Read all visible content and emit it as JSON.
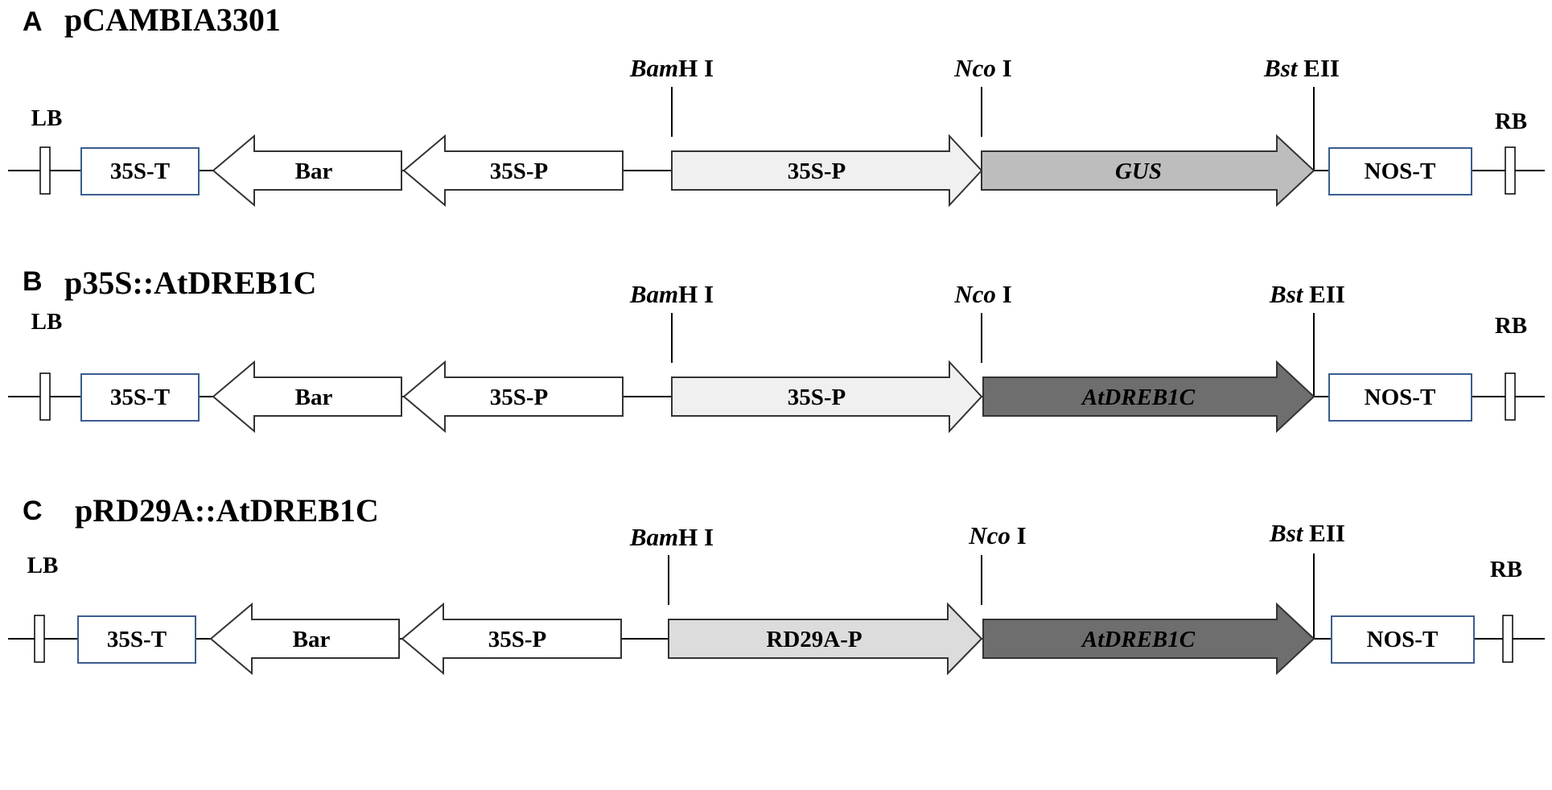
{
  "panels": [
    {
      "letter": "A",
      "title": "pCAMBIA3301",
      "sites": {
        "bamhi_italic": "Bam",
        "bamhi_rest": "H I",
        "ncoi_italic": "Nco",
        "ncoi_rest": " I",
        "bsteii_italic": "Bst",
        "bsteii_rest": " EII"
      },
      "borders": {
        "left": "LB",
        "right": "RB"
      },
      "elements": {
        "terminator_left": "35S-T",
        "selectable_marker": "Bar",
        "marker_promoter": "35S-P",
        "promoter": "35S-P",
        "gene": "GUS",
        "terminator_right": "NOS-T"
      },
      "colors": {
        "promoter": "#f0f0f0",
        "gene": "#bdbdbd"
      }
    },
    {
      "letter": "B",
      "title": "p35S::AtDREB1C",
      "sites": {
        "bamhi_italic": "Bam",
        "bamhi_rest": "H I",
        "ncoi_italic": "Nco",
        "ncoi_rest": " I",
        "bsteii_italic": "Bst",
        "bsteii_rest": " EII"
      },
      "borders": {
        "left": "LB",
        "right": "RB"
      },
      "elements": {
        "terminator_left": "35S-T",
        "selectable_marker": "Bar",
        "marker_promoter": "35S-P",
        "promoter": "35S-P",
        "gene": "AtDREB1C",
        "terminator_right": "NOS-T"
      },
      "colors": {
        "promoter": "#f0f0f0",
        "gene": "#6e6e6e"
      }
    },
    {
      "letter": "C",
      "title": "pRD29A::AtDREB1C",
      "sites": {
        "bamhi_italic": "Bam",
        "bamhi_rest": "H I",
        "ncoi_italic": "Nco",
        "ncoi_rest": " I",
        "bsteii_italic": "Bst",
        "bsteii_rest": " EII"
      },
      "borders": {
        "left": "LB",
        "right": "RB"
      },
      "elements": {
        "terminator_left": "35S-T",
        "selectable_marker": "Bar",
        "marker_promoter": "35S-P",
        "promoter": "RD29A-P",
        "gene": "AtDREB1C",
        "terminator_right": "NOS-T"
      },
      "colors": {
        "promoter": "#dcdcdc",
        "gene": "#6e6e6e"
      }
    }
  ]
}
